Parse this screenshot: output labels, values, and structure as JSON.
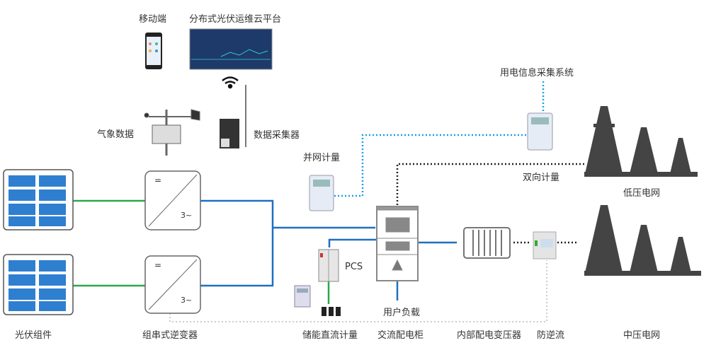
{
  "labels": {
    "mobile": "移动端",
    "platform": "分布式光伏运维云平台",
    "weather": "气象数据",
    "collector": "数据采集器",
    "elec_info": "用电信息采集系统",
    "grid_meter": "并网计量",
    "bidirectional": "双向计量",
    "low_voltage": "低压电网",
    "pcs": "PCS",
    "user_load": "用户负载",
    "pv_module": "光伏组件",
    "string_inverter": "组串式逆变器",
    "storage_dc_meter": "储能直流计量",
    "ac_cabinet": "交流配电柜",
    "transformer": "内部配电变压器",
    "anti_backflow": "防逆流",
    "medium_voltage": "中压电网",
    "inverter_dc": "=",
    "inverter_ac": "3~"
  },
  "colors": {
    "dc_line": "#2aa84a",
    "ac_line": "#1f6fc0",
    "comm_dotted": "#1aa0e6",
    "meter_dotted": "#222222",
    "backflow_dotted": "#bbbbbb"
  }
}
